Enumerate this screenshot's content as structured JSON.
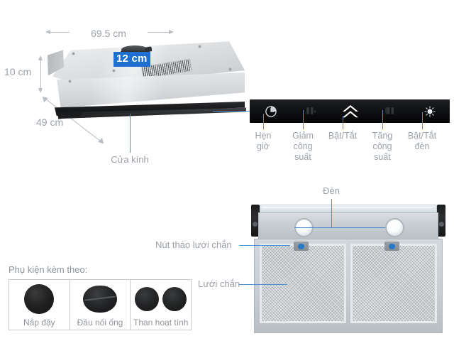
{
  "product": {
    "type": "range-hood-infographic",
    "language": "vi"
  },
  "dimensions": {
    "width": {
      "value": "69.5 cm",
      "axis": "width"
    },
    "height": {
      "value": "10 cm",
      "axis": "height"
    },
    "depth": {
      "value": "49 cm",
      "axis": "depth"
    },
    "duct": {
      "value": "12 cm",
      "axis": "duct-diameter",
      "badge_color": "#1f6fd0",
      "badge_text_color": "#ffffff"
    }
  },
  "hood_callouts": {
    "glass_door": "Cửa kính"
  },
  "control_panel": {
    "background": "#111214",
    "buttons": [
      {
        "icon": "timer-clock-icon",
        "label": "Hẹn\ngiờ",
        "label_line1": "Hẹn",
        "label_line2": "giờ",
        "state": "lit"
      },
      {
        "icon": "fan-decrease-icon",
        "label": "Giảm\ncông\nsuất",
        "label_line1": "Giảm",
        "label_line2": "công",
        "label_line3": "suất",
        "state": "dim"
      },
      {
        "icon": "double-chevron-up-icon",
        "label": "Bật/Tắt",
        "label_line1": "Bật/Tắt",
        "state": "bright"
      },
      {
        "icon": "fan-increase-icon",
        "label": "Tăng\ncông\nsuất",
        "label_line1": "Tăng",
        "label_line2": "công",
        "label_line3": "suất",
        "state": "dim"
      },
      {
        "icon": "light-bulb-icon",
        "label": "Bật/Tắt\nđèn",
        "label_line1": "Bật/Tắt",
        "label_line2": "đèn",
        "state": "lit"
      }
    ]
  },
  "underside_callouts": {
    "lamp": "Đèn",
    "filter_release": "Nút tháo lưới chắn",
    "grease_filter": "Lưới chắn"
  },
  "accessories": {
    "title": "Phụ kiện kèm theo:",
    "items": [
      {
        "art": "round-cap",
        "label": "Nắp đậy"
      },
      {
        "art": "duct-connector",
        "label": "Đầu nối ống"
      },
      {
        "art": "carbon-filter-pair",
        "label": "Than hoạt tính"
      }
    ]
  },
  "colors": {
    "leader_line": "#4a8fd0",
    "dimension_line": "#b9bec4",
    "label_text": "#9aa1a8",
    "accent_blue": "#1f6fd0",
    "release_button_blue": "#2479c9"
  }
}
